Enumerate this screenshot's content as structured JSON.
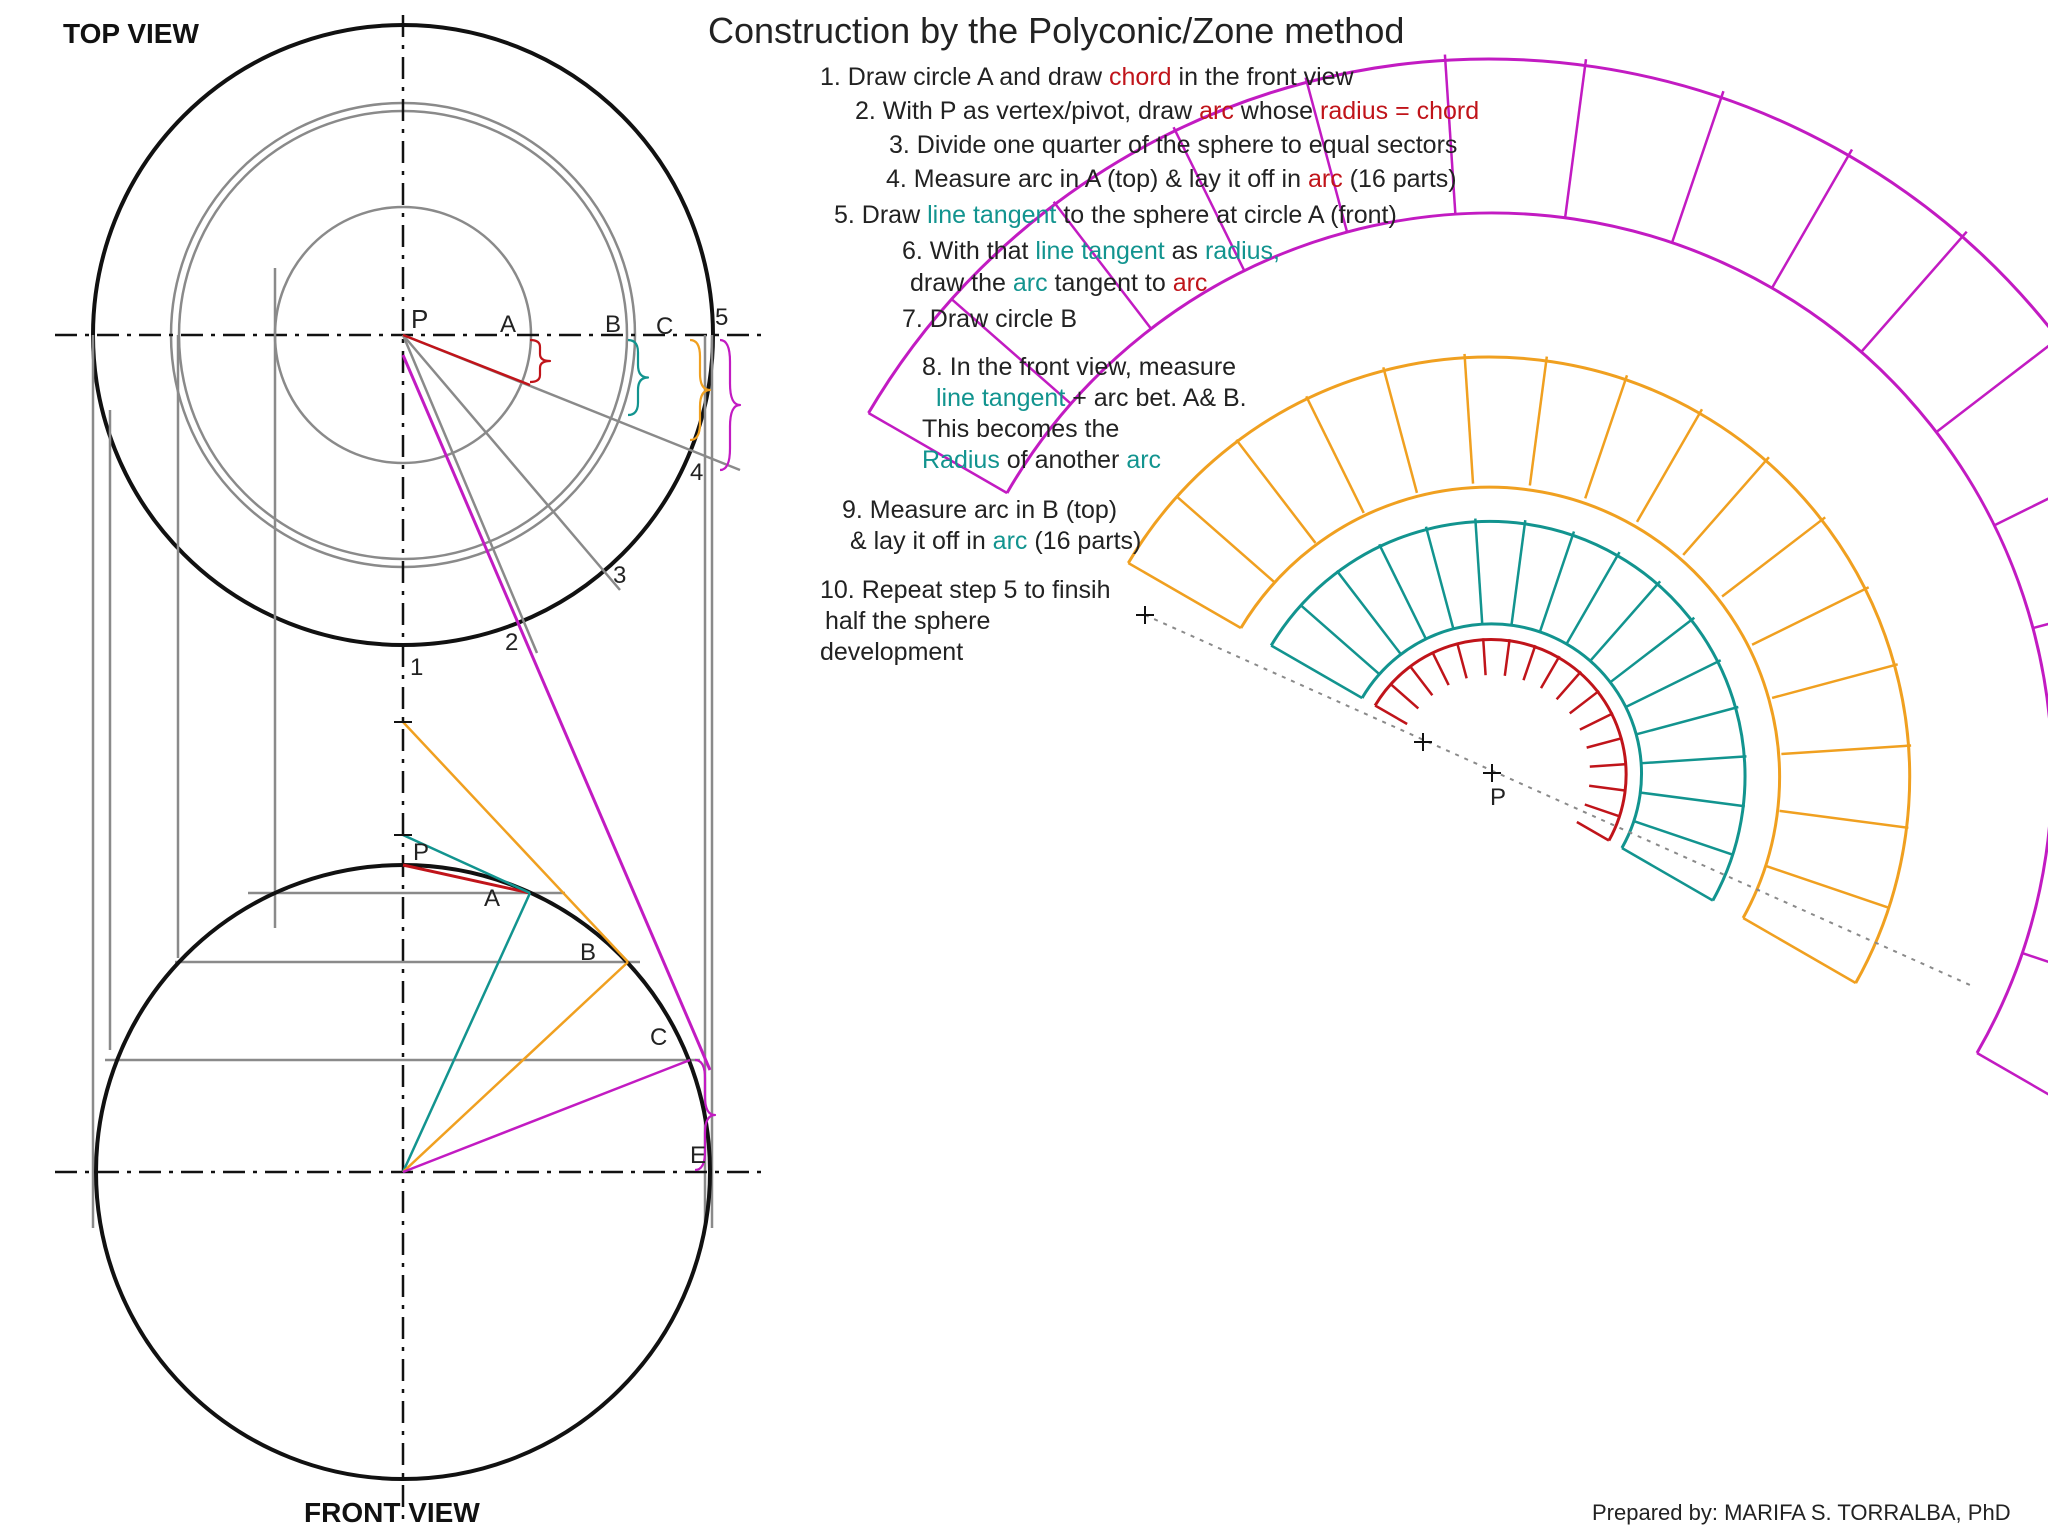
{
  "labels": {
    "top_view": "TOP VIEW",
    "front_view": "FRONT VIEW",
    "title": "Construction by the Polyconic/Zone method",
    "credit": "Prepared by: MARIFA S. TORRALBA, PhD"
  },
  "steps": [
    {
      "n": "1.",
      "parts": [
        {
          "t": "Draw circle A and draw ",
          "c": "k"
        },
        {
          "t": "chord",
          "c": "r"
        },
        {
          "t": " in the front view",
          "c": "k"
        }
      ]
    },
    {
      "n": "2.",
      "parts": [
        {
          "t": "With P as vertex/pivot, draw ",
          "c": "k"
        },
        {
          "t": "arc",
          "c": "r"
        },
        {
          "t": " whose  ",
          "c": "k"
        },
        {
          "t": "radius = chord",
          "c": "r"
        }
      ]
    },
    {
      "n": "3.",
      "parts": [
        {
          "t": "Divide one quarter of the sphere to equal sectors",
          "c": "k"
        }
      ]
    },
    {
      "n": "4.",
      "parts": [
        {
          "t": "Measure arc in A (top)  & lay it off  in ",
          "c": "k"
        },
        {
          "t": "arc",
          "c": "r"
        },
        {
          "t": " (16 parts)",
          "c": "k"
        }
      ]
    },
    {
      "n": "5.",
      "parts": [
        {
          "t": "Draw ",
          "c": "k"
        },
        {
          "t": "line tangent",
          "c": "t"
        },
        {
          "t": " to the sphere at circle A (front)",
          "c": "k"
        }
      ]
    },
    {
      "n": "6.",
      "parts": [
        {
          "t": "With that ",
          "c": "k"
        },
        {
          "t": "line tangent",
          "c": "t"
        },
        {
          "t": " as ",
          "c": "k"
        },
        {
          "t": "radius,",
          "c": "t"
        }
      ]
    },
    {
      "n": "",
      "parts": [
        {
          "t": "draw the ",
          "c": "k"
        },
        {
          "t": "arc",
          "c": "t"
        },
        {
          "t": " tangent to ",
          "c": "k"
        },
        {
          "t": "arc",
          "c": "r"
        }
      ]
    },
    {
      "n": "7.",
      "parts": [
        {
          "t": "Draw circle B",
          "c": "k"
        }
      ]
    },
    {
      "n": "8.",
      "parts": [
        {
          "t": "In the front view, measure",
          "c": "k"
        }
      ]
    },
    {
      "n": "",
      "parts": [
        {
          "t": "line tangent",
          "c": "t"
        },
        {
          "t": " + arc bet. A& B.",
          "c": "k"
        }
      ]
    },
    {
      "n": "",
      "parts": [
        {
          "t": "This becomes the",
          "c": "k"
        }
      ]
    },
    {
      "n": "",
      "parts": [
        {
          "t": "Radius",
          "c": "t"
        },
        {
          "t": " of another ",
          "c": "k"
        },
        {
          "t": "arc",
          "c": "t"
        }
      ]
    },
    {
      "n": "9.",
      "parts": [
        {
          "t": "Measure arc in B (top)",
          "c": "k"
        }
      ]
    },
    {
      "n": "",
      "parts": [
        {
          "t": "& lay it off in ",
          "c": "k"
        },
        {
          "t": "arc",
          "c": "t"
        },
        {
          "t": " (16 parts)",
          "c": "k"
        }
      ]
    },
    {
      "n": "10.",
      "parts": [
        {
          "t": "Repeat step 5 to finsih",
          "c": "k"
        }
      ]
    },
    {
      "n": "",
      "parts": [
        {
          "t": "half the sphere",
          "c": "k"
        }
      ]
    },
    {
      "n": "",
      "parts": [
        {
          "t": "development",
          "c": "k"
        }
      ]
    }
  ],
  "diagram_letters": {
    "p": "P",
    "a": "A",
    "b": "B",
    "c": "C",
    "e": "E",
    "n1": "1",
    "n2": "2",
    "n3": "3",
    "n4": "4",
    "n5": "5"
  },
  "colors": {
    "red": "#c0141a",
    "teal": "#12948f",
    "orange": "#f0a020",
    "magenta": "#c21bc2",
    "gray": "#8a8a8a",
    "black": "#111111"
  }
}
